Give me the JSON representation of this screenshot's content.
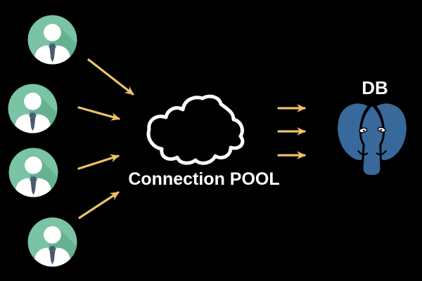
{
  "colors": {
    "background": "#000000",
    "arrow": "#EAC268",
    "user_fill": "#7AC3A5",
    "user_shadow": "#66B190",
    "user_tie": "#4A5A70",
    "cloud_outline": "#FFFFFF",
    "postgres_blue": "#39699B",
    "text": "#FFFFFF"
  },
  "nodes": {
    "clients": {
      "icon": "user-icon",
      "count": 4
    },
    "pool": {
      "icon": "cloud-icon",
      "label": "Connection POOL"
    },
    "database": {
      "icon": "postgresql-elephant-icon",
      "label": "DB"
    }
  },
  "edges": {
    "clients_to_pool": {
      "count": 4,
      "style": "straight-arrow",
      "direction": "left-to-right"
    },
    "pool_to_database": {
      "count": 3,
      "style": "straight-arrow",
      "direction": "left-to-right"
    }
  }
}
